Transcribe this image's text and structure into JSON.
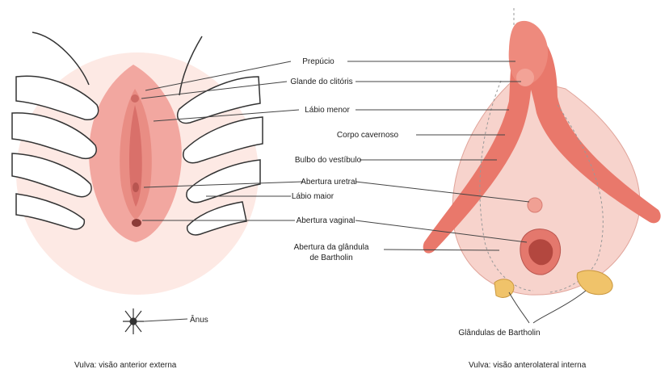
{
  "labels": {
    "prepucio": "Prepúcio",
    "glande": "Glande do clitóris",
    "labio_menor": "Lábio menor",
    "corpo_cavernoso": "Corpo cavernoso",
    "bulbo": "Bulbo do vestíbulo",
    "abertura_uretral": "Abertura uretral",
    "labio_maior": "Lábio maior",
    "abertura_vaginal": "Abertura vaginal",
    "abertura_glandula_1": "Abertura da glândula",
    "abertura_glandula_2": "de Bartholin",
    "anus": "Ânus",
    "glandulas_bartholin": "Glândulas de Bartholin"
  },
  "captions": {
    "left": "Vulva: visão anterior externa",
    "right": "Vulva: visão anterolateral interna"
  },
  "colors": {
    "skin": "#f2a7a0",
    "skin_light": "#fbe0da",
    "erectile": "#e9786b",
    "bulb_fill": "#f7d3cc",
    "gland": "#f0c36a",
    "line": "#444444"
  }
}
